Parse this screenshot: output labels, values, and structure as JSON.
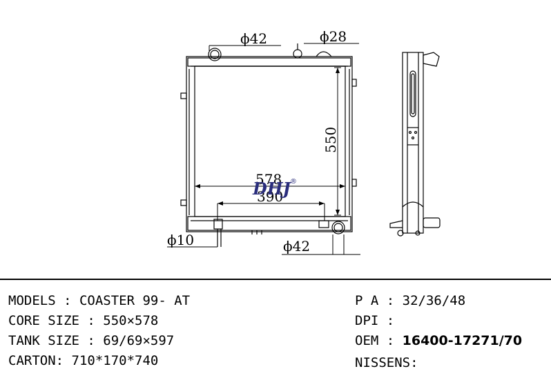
{
  "drawing": {
    "dim_top_left": "ϕ42",
    "dim_top_right": "ϕ28",
    "dim_height": "550",
    "dim_width": "578",
    "dim_inner": "390",
    "dim_bottom_left": "ϕ10",
    "dim_bottom_right": "ϕ42",
    "brand": "DHJ",
    "brand_mark": "®"
  },
  "specs": {
    "models_label": "MODELS : ",
    "models_value": "COASTER 99- AT",
    "core_label": "CORE SIZE : ",
    "core_value": "550×578",
    "tank_label": "TANK SIZE : ",
    "tank_value": "69/69×597",
    "carton_label": "CARTON: ",
    "carton_value": "710*170*740",
    "pa_label": "P A : ",
    "pa_value": "32/36/48",
    "dpi_label": "DPI : ",
    "dpi_value": "",
    "oem_label": "OEM : ",
    "oem_value": "16400-17271/70",
    "nissens_label": "NISSENS:",
    "nissens_value": ""
  }
}
